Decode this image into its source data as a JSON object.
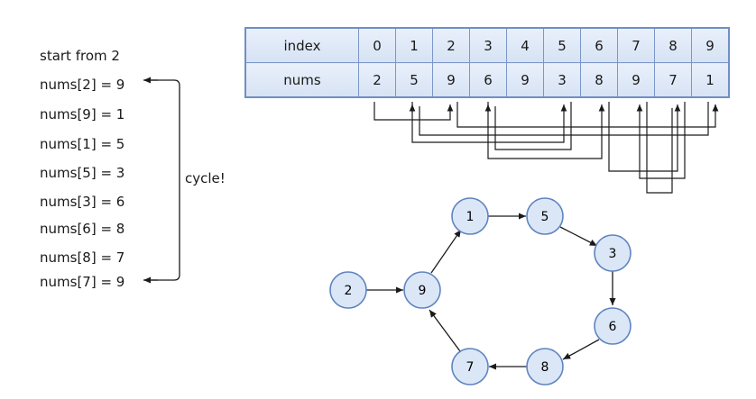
{
  "trace": {
    "start": "start from 2",
    "lines": [
      "nums[2] = 9",
      "nums[9] = 1",
      "nums[1] = 5",
      "nums[5] = 3",
      "nums[3] = 6",
      "nums[6] = 8",
      "nums[8] = 7",
      "nums[7] = 9"
    ],
    "cycle_label": "cycle!"
  },
  "array_table": {
    "index_header": "index",
    "nums_header": "nums",
    "index": [
      "0",
      "1",
      "2",
      "3",
      "4",
      "5",
      "6",
      "7",
      "8",
      "9"
    ],
    "nums": [
      "2",
      "5",
      "9",
      "6",
      "9",
      "3",
      "8",
      "9",
      "7",
      "1"
    ]
  },
  "graph": {
    "nodes": [
      "2",
      "9",
      "1",
      "5",
      "3",
      "6",
      "8",
      "7"
    ],
    "edges": [
      [
        "2",
        "9"
      ],
      [
        "9",
        "1"
      ],
      [
        "1",
        "5"
      ],
      [
        "5",
        "3"
      ],
      [
        "3",
        "6"
      ],
      [
        "6",
        "8"
      ],
      [
        "8",
        "7"
      ],
      [
        "7",
        "9"
      ]
    ]
  },
  "colors": {
    "node_fill": "#dbe7f7",
    "node_stroke": "#5f84c0",
    "table_border": "#6f8fc4",
    "line": "#1a1a1a"
  }
}
